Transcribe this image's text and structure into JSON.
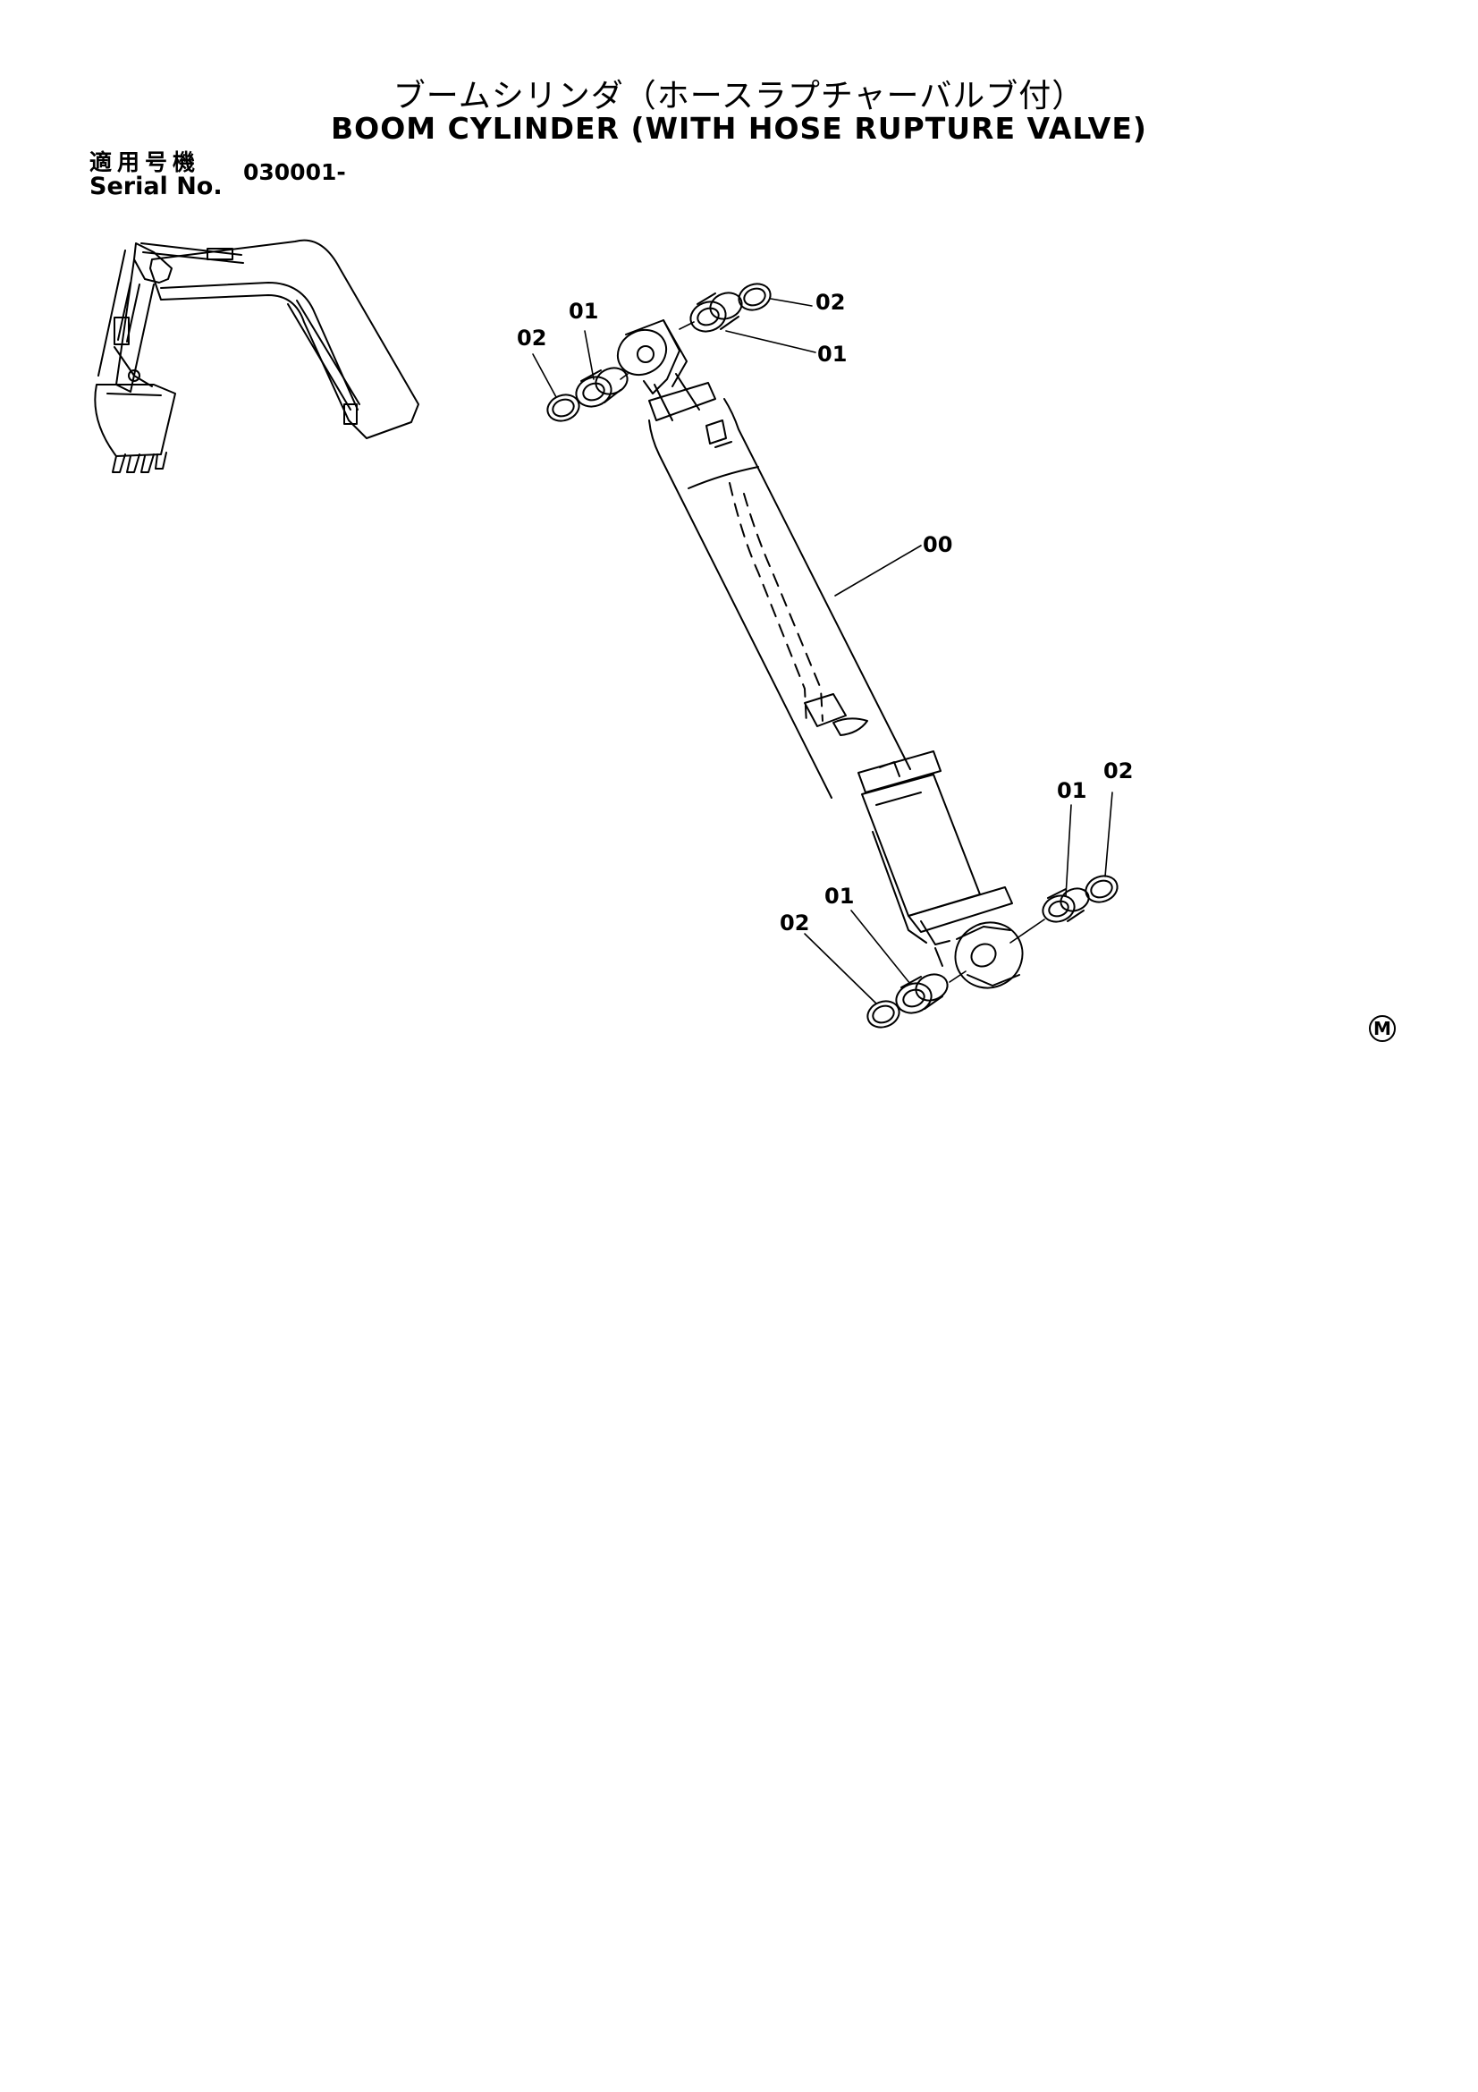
{
  "header": {
    "title_jp": "ブームシリンダ（ホースラプチャーバルブ付）",
    "title_en": "BOOM CYLINDER (WITH HOSE RUPTURE VALVE)",
    "serial_label_jp": "適用号機",
    "serial_label_en": "Serial No.",
    "serial_range": "030001-"
  },
  "callouts": {
    "c_00": "00",
    "c_01_top_left": "01",
    "c_02_top_left": "02",
    "c_01_top_right": "01",
    "c_02_top_right": "02",
    "c_01_bottom_right": "01",
    "c_02_bottom_right": "02",
    "c_01_bottom_left": "01",
    "c_02_bottom_left": "02"
  },
  "mark": "M"
}
